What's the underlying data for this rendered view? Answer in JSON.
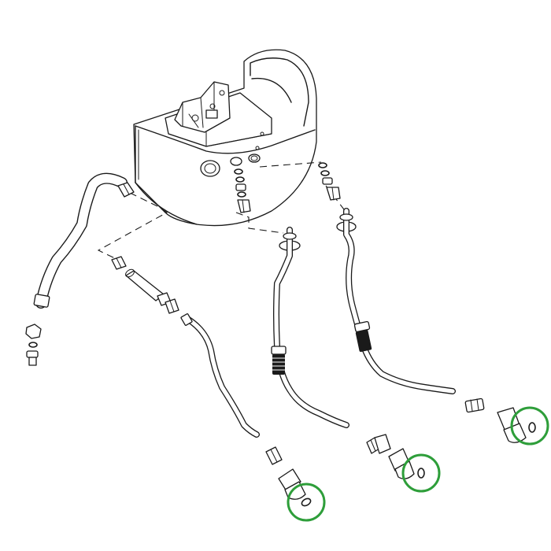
{
  "diagram": {
    "description_visible_text": "",
    "highlight_color": "#2e9e3a",
    "line_color": "#1a1a1a",
    "background_color": "#ffffff",
    "highlighted_parts": [
      {
        "name": "o-ring-highlight-1"
      },
      {
        "name": "o-ring-highlight-2"
      },
      {
        "name": "o-ring-highlight-3"
      }
    ]
  }
}
